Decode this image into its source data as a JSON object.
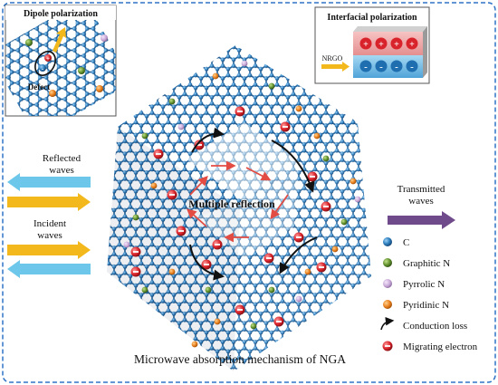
{
  "title": "Microwave absorption mechanism of NGA",
  "insets": {
    "dipole": {
      "title": "Dipole polarization",
      "defect_label": "Defect"
    },
    "interfacial": {
      "title": "Interfacial polarization",
      "nrgo_label": "NRGO",
      "plus_symbol": "+",
      "minus_symbol": "-"
    }
  },
  "waves": {
    "reflected": "Reflected\nwaves",
    "incident": "Incident\nwaves",
    "transmitted": "Transmitted\nwaves"
  },
  "center_label": "Multiple reflection",
  "legend": [
    {
      "id": "c",
      "label": "C",
      "symbol": "atom",
      "color": "#2d7fbf"
    },
    {
      "id": "graphitic",
      "label": "Graphitic N",
      "symbol": "atom",
      "color": "#5f8f2c"
    },
    {
      "id": "pyrrolic",
      "label": "Pyrrolic N",
      "symbol": "atom",
      "color": "#c9a9d8"
    },
    {
      "id": "pyridinic",
      "label": "Pyridinic N",
      "symbol": "atom",
      "color": "#e87e1c"
    },
    {
      "id": "conduction",
      "label": "Conduction loss",
      "symbol": "curved-arrow",
      "color": "#111111"
    },
    {
      "id": "electron",
      "label": "Migrating electron",
      "symbol": "electron",
      "color": "#d9232a"
    }
  ],
  "colors": {
    "border": "#2f73c6",
    "incident_arrow": "#f2b81c",
    "reflected_arrow": "#6cc7ea",
    "transmitted_arrow": "#6f4b8b",
    "reflection_arrow": "#e24c43",
    "carbon": "#2d7fbf"
  }
}
